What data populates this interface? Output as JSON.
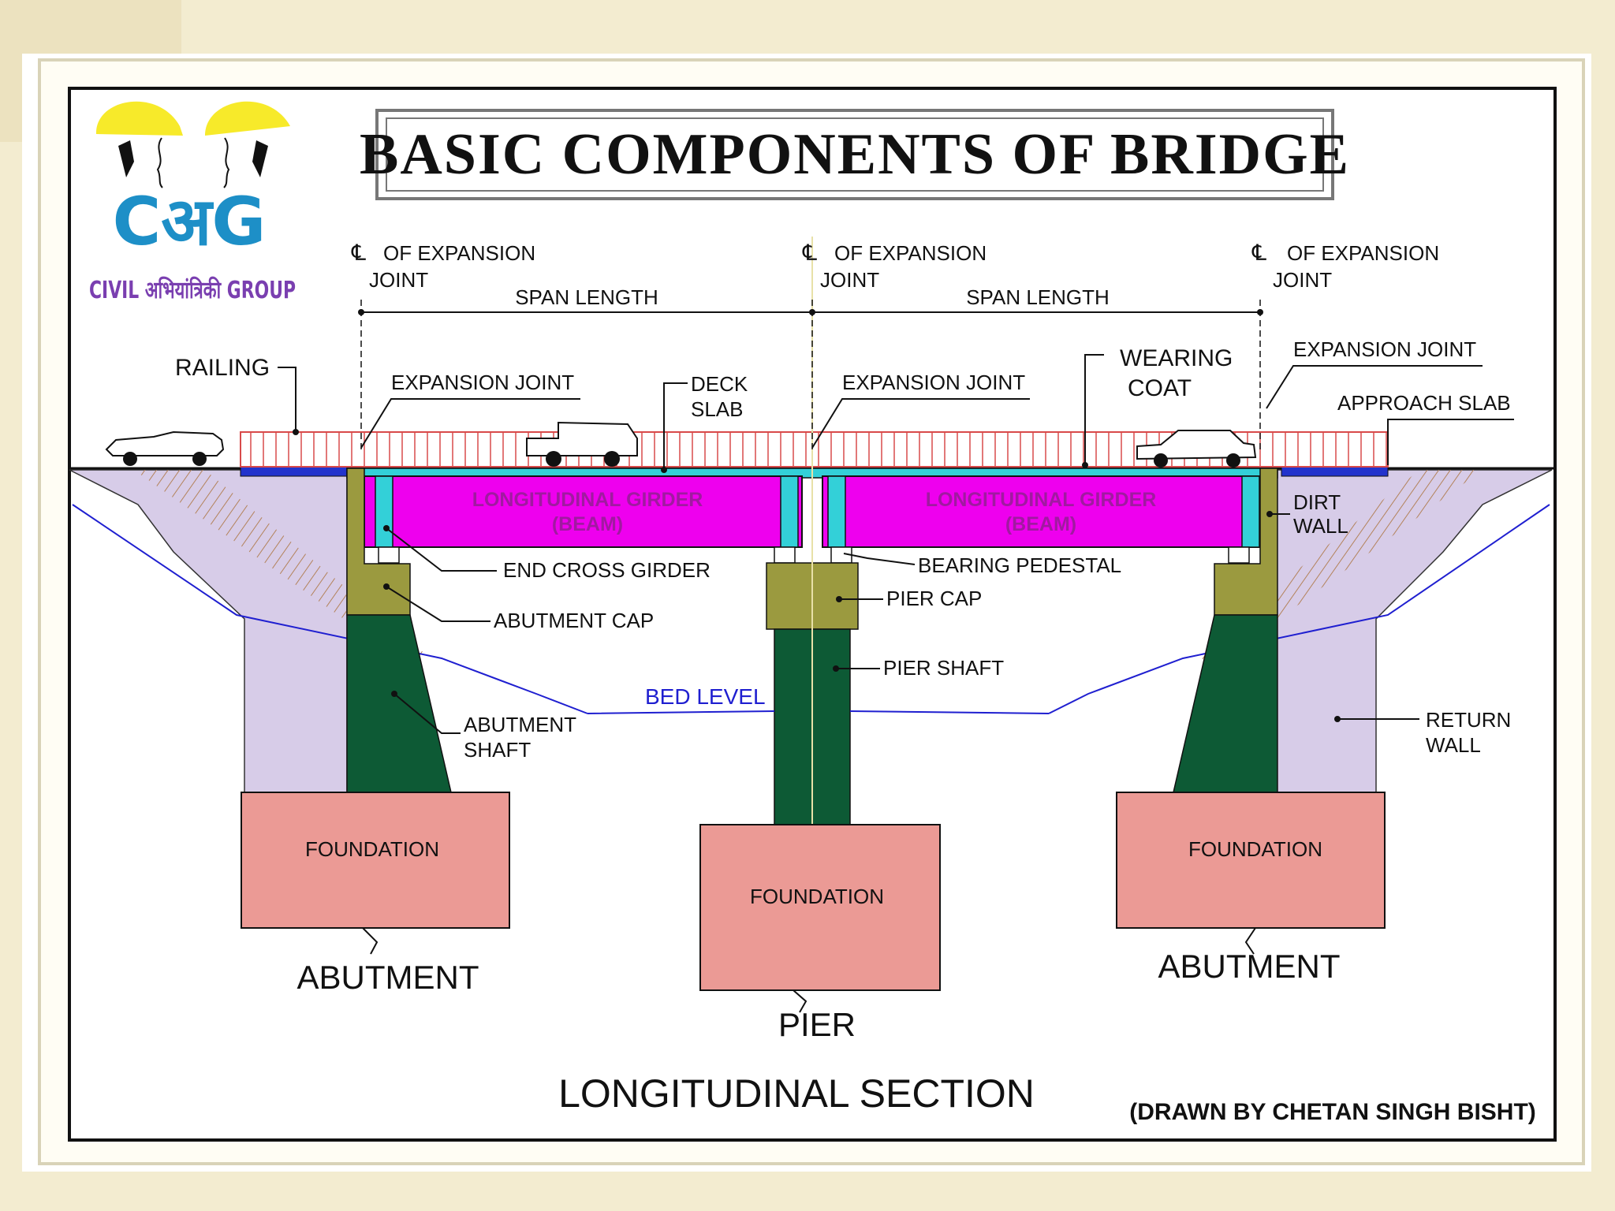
{
  "title": "BASIC COMPONENTS OF  BRIDGE",
  "logo": {
    "icon": "two-hardhat-heads-logo",
    "mark": "CअG",
    "name": "CIVIL अभियांत्रिकी GROUP"
  },
  "labels": {
    "cl_symbol": "℄",
    "cl_of_expansion": "OF  EXPANSION",
    "joint": "JOINT",
    "span_length": "SPAN LENGTH",
    "railing": "RAILING",
    "expansion_joint": "EXPANSION JOINT",
    "deck": "DECK",
    "slab": "SLAB",
    "wearing": "WEARING",
    "coat": "COAT",
    "approach_slab": "APPROACH SLAB",
    "girder_line1": "LONGITUDINAL GIRDER",
    "girder_line2": "(BEAM)",
    "dirt": "DIRT",
    "wall": "WALL",
    "end_cross_girder": "END CROSS GIRDER",
    "bearing_pedestal": "BEARING PEDESTAL",
    "pier_cap": "PIER CAP",
    "abutment_cap": "ABUTMENT CAP",
    "pier_shaft": "PIER SHAFT",
    "bed_level": "BED LEVEL",
    "abutment_shaft_1": "ABUTMENT",
    "abutment_shaft_2": "SHAFT",
    "return": "RETURN",
    "return_wall": "WALL",
    "foundation": "FOUNDATION",
    "abutment": "ABUTMENT",
    "pier": "PIER",
    "section": "LONGITUDINAL SECTION",
    "credit": "(DRAWN BY CHETAN SINGH BISHT)"
  },
  "colors": {
    "girder": "#ee00ee",
    "girder_rib": "#33d0d8",
    "shaft": "#0d5a35",
    "cap": "#9b9a3f",
    "foundation": "#eb9a95",
    "return_wall": "#d7cce8",
    "railing": "#d84a4a",
    "approach": "#2233cc"
  }
}
